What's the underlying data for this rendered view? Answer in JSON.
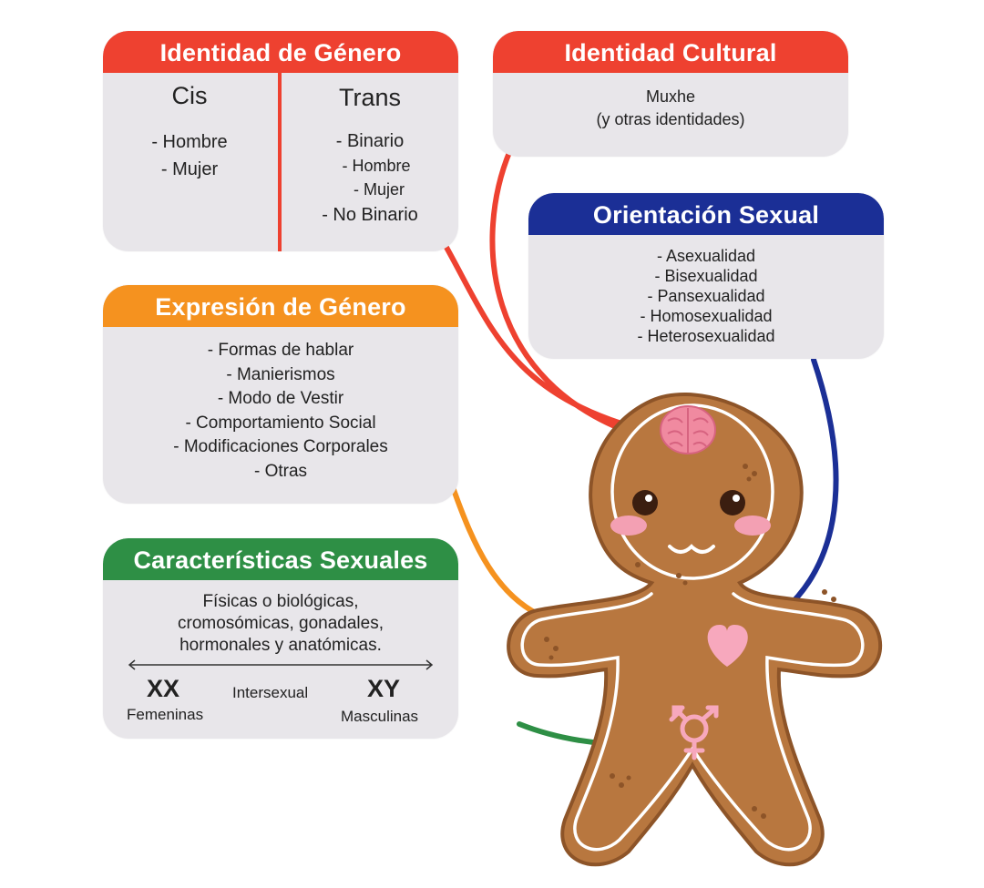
{
  "colors": {
    "red": "#ee4130",
    "orange": "#f5921f",
    "blue": "#1b2f96",
    "green": "#2e8f45",
    "card_bg": "#e8e6ea",
    "cookie": "#b8773f",
    "icing": "#ffffff",
    "pink": "#f3a0b3"
  },
  "gender_identity": {
    "title": "Identidad de Género",
    "cis": {
      "title": "Cis",
      "items": [
        "- Hombre",
        "- Mujer"
      ]
    },
    "trans": {
      "title": "Trans",
      "items": [
        "- Binario",
        "- Hombre",
        "- Mujer",
        "- No Binario"
      ]
    }
  },
  "cultural_identity": {
    "title": "Identidad Cultural",
    "lines": [
      "Muxhe",
      "(y otras identidades)"
    ]
  },
  "sexual_orientation": {
    "title": "Orientación Sexual",
    "items": [
      "- Asexualidad",
      "- Bisexualidad",
      "- Pansexualidad",
      "- Homosexualidad",
      "- Heterosexualidad"
    ]
  },
  "gender_expression": {
    "title": "Expresión de Género",
    "items": [
      "- Formas de hablar",
      "- Manierismos",
      "- Modo de Vestir",
      "- Comportamiento Social",
      "- Modificaciones Corporales",
      "- Otras"
    ]
  },
  "sex_characteristics": {
    "title": "Características Sexuales",
    "lines": [
      "Físicas o biológicas,",
      "cromosómicas, gonadales,",
      "hormonales y anatómicas."
    ],
    "spectrum": {
      "left_code": "XX",
      "left_label": "Femeninas",
      "middle_label": "Intersexual",
      "right_code": "XY",
      "right_label": "Masculinas"
    }
  },
  "figure_icons": [
    "brain-icon",
    "heart-icon",
    "transgender-symbol-icon"
  ]
}
